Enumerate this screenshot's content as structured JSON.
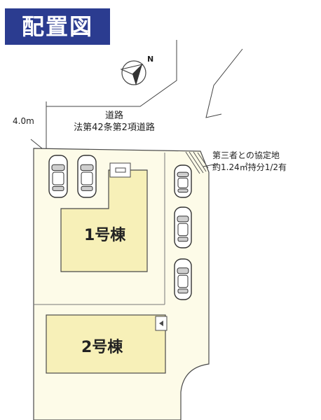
{
  "header": {
    "title": "配置図"
  },
  "compass": {
    "label": "N"
  },
  "road": {
    "name": "道路",
    "legal_note": "法第42条第2項道路",
    "width": "4.0m"
  },
  "shared_land": {
    "line1": "第三者との協定地",
    "line2": "約1.24㎡持分1/2有"
  },
  "buildings": [
    {
      "label": "1号棟"
    },
    {
      "label": "2号棟"
    }
  ],
  "colors": {
    "title_bg": "#2b3c90",
    "lot_fill": "#fdfbe8",
    "building_fill": "#f7f0b8",
    "outline": "#4a4a4a"
  }
}
